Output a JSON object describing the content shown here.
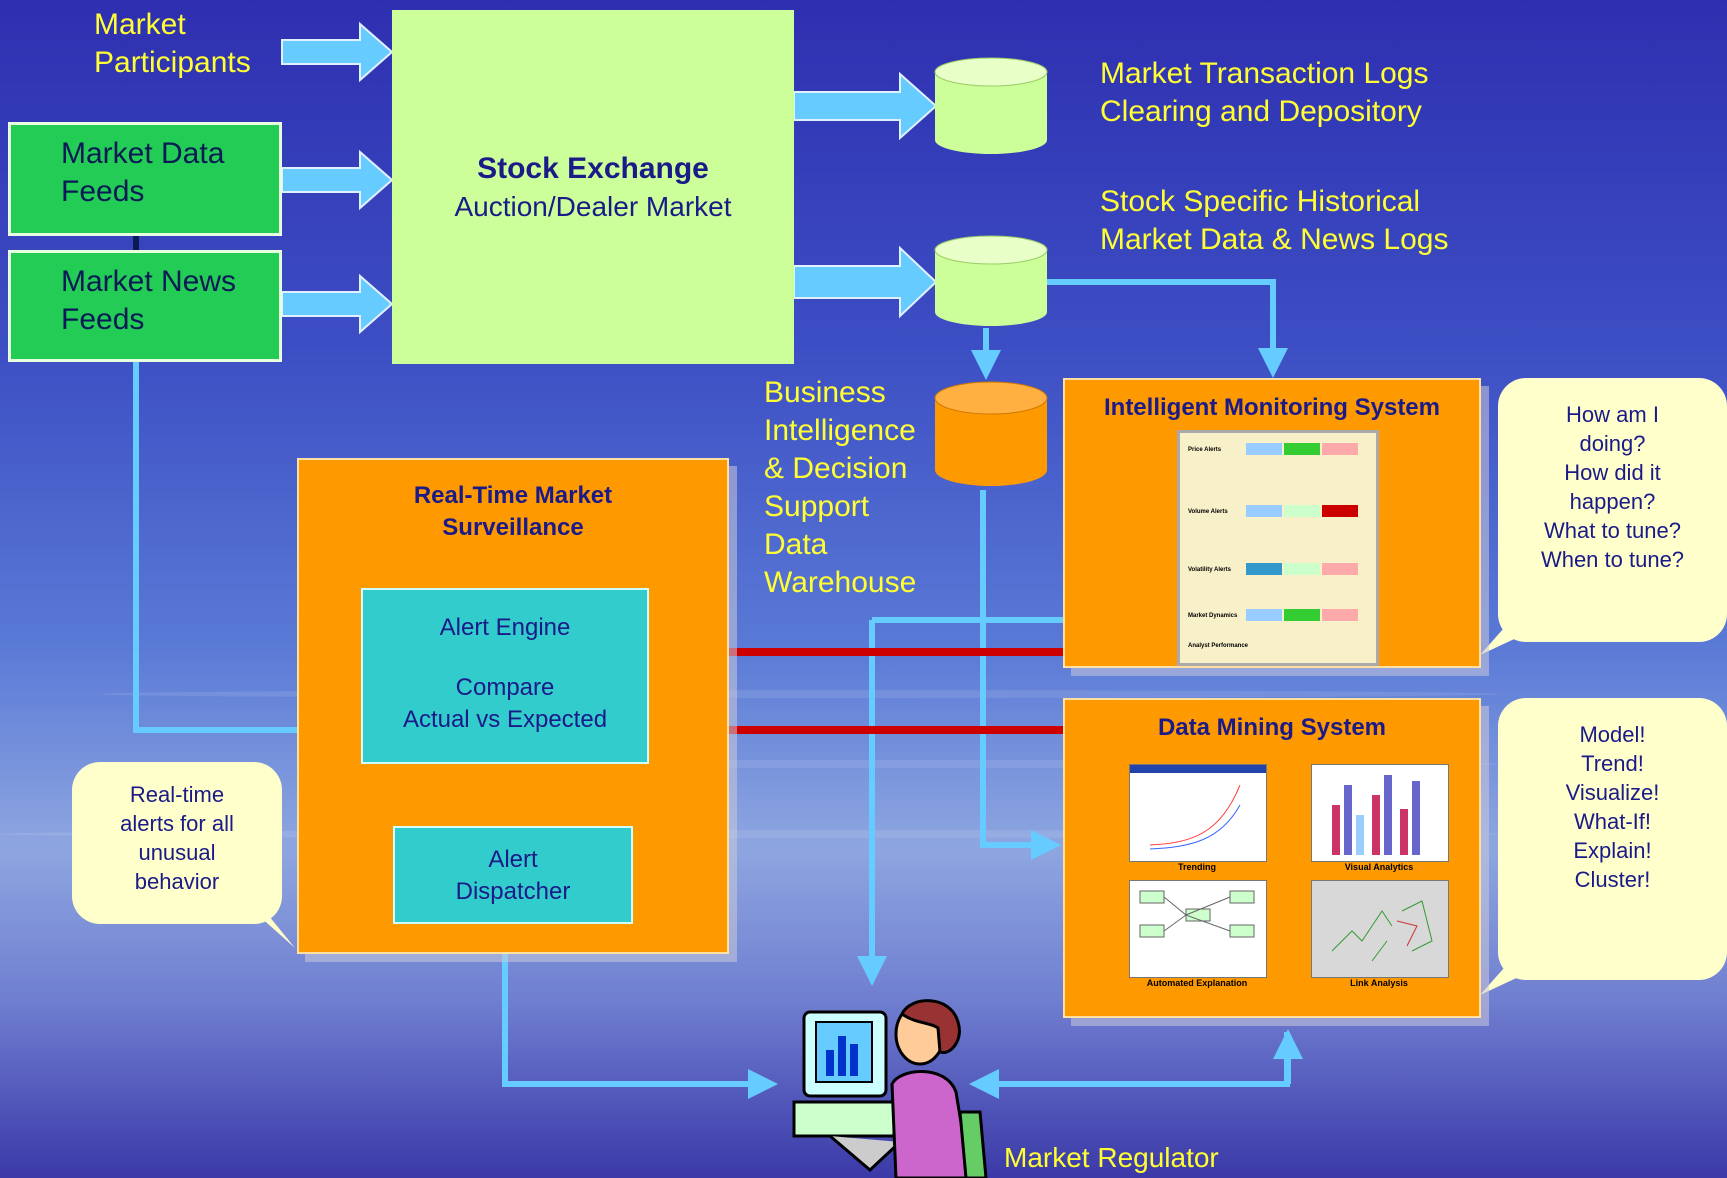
{
  "market_participants": "Market\nParticipants",
  "market_data_feeds": "Market Data\nFeeds",
  "market_news_feeds": "Market News\nFeeds",
  "stock_exchange": {
    "title": "Stock Exchange",
    "subtitle": "Auction/Dealer Market"
  },
  "transaction_logs": "Market Transaction Logs\nClearing and Depository",
  "historical_logs": "Stock Specific Historical\nMarket Data & News Logs",
  "bi_warehouse": "Business\nIntelligence\n& Decision\nSupport\nData\nWarehouse",
  "surveillance": {
    "title": "Real-Time Market\nSurveillance",
    "alert_engine": "Alert Engine",
    "compare": "Compare\nActual vs Expected",
    "dispatcher": "Alert\nDispatcher"
  },
  "monitoring": {
    "title": "Intelligent Monitoring System",
    "panel_rows": [
      "Price Alerts",
      "Volume Alerts",
      "Volatility Alerts",
      "Market Dynamics",
      "Analyst Performance"
    ]
  },
  "mining": {
    "title": "Data Mining System",
    "thumbs": [
      "Trending",
      "Visual Analytics",
      "Automated Explanation",
      "Link Analysis"
    ]
  },
  "bubbles": {
    "left": "Real-time\nalerts for all\nunusual\nbehavior",
    "monitor": "How am I\ndoing?\nHow did it\nhappen?\nWhat to tune?\nWhen to tune?",
    "mining": "Model!\nTrend!\nVisualize!\nWhat-If!\nExplain!\nCluster!"
  },
  "market_regulator": "Market Regulator",
  "colors": {
    "green": "#22cc55",
    "lime": "#ccff99",
    "orange": "#ff9900",
    "teal": "#33cccc",
    "red": "#cc0000",
    "connector": "#66ccff",
    "yellow_text": "#ffff33"
  }
}
